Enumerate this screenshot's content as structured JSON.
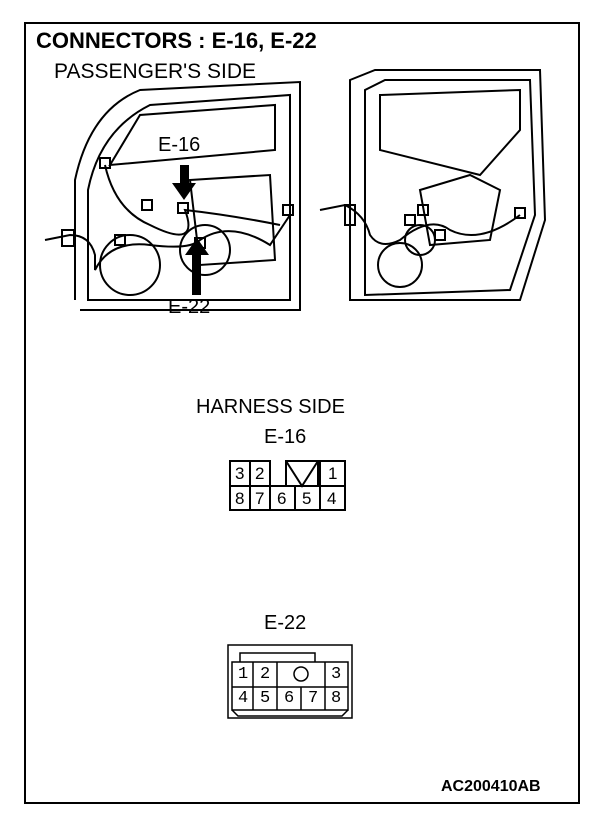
{
  "title": "CONNECTORS : E-16, E-22",
  "subtitle": "PASSENGER'S SIDE",
  "callouts": {
    "e16": "E-16",
    "e22": "E-22"
  },
  "harness_label": "HARNESS SIDE",
  "e16": {
    "label": "E-16",
    "top": [
      "3",
      "2",
      "1"
    ],
    "bottom": [
      "8",
      "7",
      "6",
      "5",
      "4"
    ]
  },
  "e22": {
    "label": "E-22",
    "top": [
      "1",
      "2",
      "3"
    ],
    "bottom": [
      "4",
      "5",
      "6",
      "7",
      "8"
    ]
  },
  "figure_code": "AC200410AB"
}
